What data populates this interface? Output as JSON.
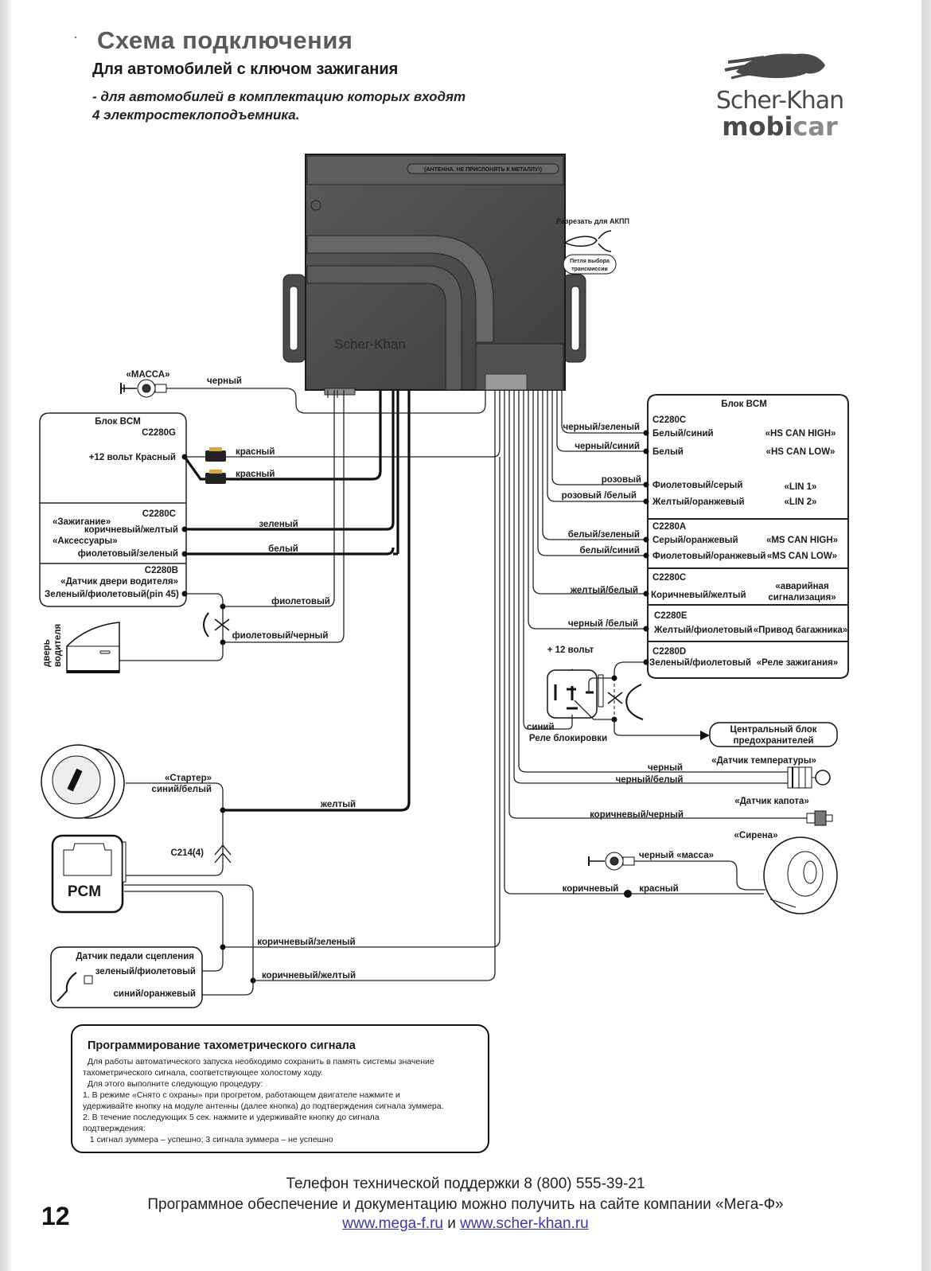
{
  "header": {
    "bullet": "·",
    "title": "Схема  подключения",
    "subtitle": "Для автомобилей с ключом зажигания",
    "note_line1": "- для автомобилей в комплектацию которых входят",
    "note_line2": "4 электростеклоподъемника."
  },
  "logo": {
    "brand": "Scher-Khan",
    "sub_a": "mobi",
    "sub_b": "car"
  },
  "main_unit": {
    "antenna_warning": "(АНТЕННА. НЕ ПРИСЛОНЯТЬ К МЕТАЛЛУ!)",
    "brand": "Scher-Khan",
    "cut_label": "Разрезать для АКПП",
    "loop_label_1": "Петля выбора",
    "loop_label_2": "трансмиссии"
  },
  "ground": {
    "label": "«МАССА»",
    "wire": "черный"
  },
  "bcm_left": {
    "title": "Блок BCM",
    "c2280g": "C2280G",
    "plus12": "+12 вольт  Красный",
    "wire_red_1": "красный",
    "wire_red_2": "красный",
    "c2280c": "C2280C",
    "ignition": "«Зажигание»",
    "ignition_wire": "коричневый/желтый",
    "accessories": "«Аксессуары»",
    "accessories_wire": "фиолетовый/зеленый",
    "wire_green": "зеленый",
    "wire_white": "белый",
    "c2280b": "C2280B",
    "door_sensor": "«Датчик двери водителя»",
    "door_wire": "Зеленый/фиолетовый(pin 45)",
    "wire_violet": "фиолетовый",
    "wire_violet_black": "фиолетовый/черный",
    "door_label_1": "дверь",
    "door_label_2": "водителя"
  },
  "bcm_right": {
    "title": "Блок BCM",
    "sections": [
      {
        "connector": "C2280C",
        "rows": [
          {
            "in_wire": "черный/зеленый",
            "pin_wire": "Белый/синий",
            "signal": "«HS CAN HIGH»"
          },
          {
            "in_wire": "черный/синий",
            "pin_wire": "Белый",
            "signal": "«HS CAN LOW»"
          },
          {
            "in_wire": "розовый",
            "pin_wire": "Фиолетовый/серый",
            "signal": "«LIN 1»"
          },
          {
            "in_wire": "розовый /белый",
            "pin_wire": "Желтый/оранжевый",
            "signal": "«LIN 2»"
          }
        ]
      },
      {
        "connector": "C2280A",
        "rows": [
          {
            "in_wire": "белый/зеленый",
            "pin_wire": "Серый/оранжевый",
            "signal": "«MS CAN HIGH»"
          },
          {
            "in_wire": "белый/синий",
            "pin_wire": "Фиолетовый/оранжевый",
            "signal": "«MS CAN LOW»"
          }
        ]
      },
      {
        "connector": "C2280C",
        "rows": [
          {
            "in_wire": "желтый/белый",
            "pin_wire": "Коричневый/желтый",
            "signal": "«аварийная",
            "signal2": "сигнализация»"
          }
        ]
      },
      {
        "connector": "C2280E",
        "rows": [
          {
            "in_wire": "черный /белый",
            "pin_wire": "Желтый/фиолетовый",
            "signal": "«Привод багажника»"
          }
        ]
      },
      {
        "connector": "C2280D",
        "rows": [
          {
            "in_wire": "",
            "pin_wire": "Зеленый/фиолетовый",
            "signal": "«Реле зажигания»"
          }
        ]
      }
    ]
  },
  "relay": {
    "plus12": "+ 12 вольт",
    "wire": "синий",
    "label": "Реле блокировки",
    "fuse_box_1": "Центральный блок",
    "fuse_box_2": "предохранителей"
  },
  "sensors": {
    "temp_label": "«Датчик температуры»",
    "temp_wire_1": "черный",
    "temp_wire_2": "черный/белый",
    "hood_label": "«Датчик капота»",
    "hood_wire": "коричневый/черный",
    "siren_label": "«Сирена»",
    "siren_ground": "черный «масса»",
    "siren_wire_a": "коричневый",
    "siren_wire_b": "красный"
  },
  "ignition_switch": {
    "starter": "«Стартер»",
    "starter_wire": "синий/белый",
    "connector": "C214(4)",
    "wire_yellow": "желтый",
    "pcm": "PCM"
  },
  "clutch": {
    "title": "Датчик педали сцепления",
    "wire_a": "зеленый/фиолетовый",
    "wire_b": "синий/оранжевый",
    "out_a": "коричневый/зеленый",
    "out_b": "коричневый/желтый"
  },
  "programming": {
    "title": "Программирование тахометрического сигнала",
    "lines": [
      "  Для работы автоматического запуска необходимо сохранить в память системы значение",
      "тахометрического сигнала, соответствующее холостому ходу.",
      "  Для этого выполните следующую процедуру:",
      "1. В режиме «Снято с охраны» при прогретом, работающем двигателе нажмите и",
      "удерживайте кнопку на модуле антенны (далее кнопка) до подтверждения сигнала зуммера.",
      "2. В течение последующих 5 сек. нажмите и удерживайте кнопку до сигнала",
      "подтверждения:",
      "   1 сигнал зуммера – успешно; 3 сигнала зуммера – не успешно"
    ]
  },
  "footer": {
    "phone": "Телефон технической поддержки 8 (800) 555-39-21",
    "software": "Программное обеспечение и документацию можно получить на сайте компании «Мега-Ф»",
    "link1": "www.mega-f.ru",
    "and": " и ",
    "link2": "www.scher-khan.ru",
    "page_number": "12"
  }
}
